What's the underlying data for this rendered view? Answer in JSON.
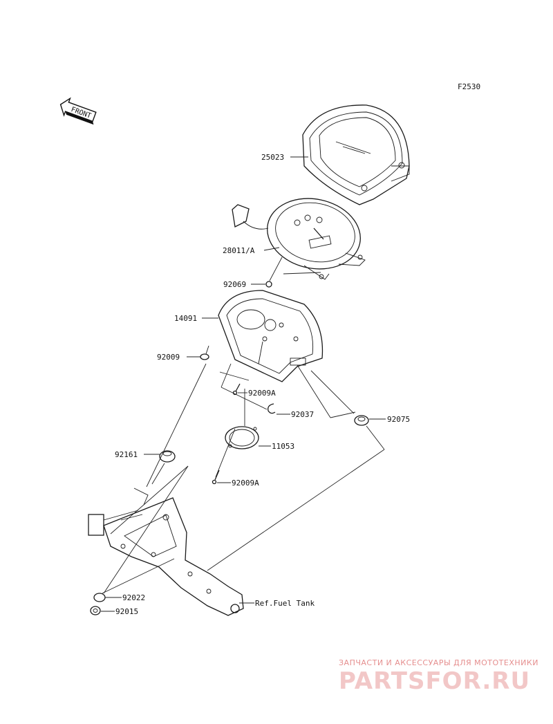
{
  "figure_code": "F2530",
  "front_label": "FRONT",
  "parts": [
    {
      "id": "25023"
    },
    {
      "id": "28011/A"
    },
    {
      "id": "92069"
    },
    {
      "id": "14091"
    },
    {
      "id": "92009"
    },
    {
      "id": "92009A"
    },
    {
      "id": "92037"
    },
    {
      "id": "92075"
    },
    {
      "id": "11053"
    },
    {
      "id": "92161"
    },
    {
      "id": "92009A"
    },
    {
      "id": "92022"
    },
    {
      "id": "92015"
    }
  ],
  "reference": "Ref.Fuel Tank",
  "watermark": {
    "line1": "ЗАПЧАСТИ И АКСЕССУАРЫ ДЛЯ МОТОТЕХНИКИ",
    "line2": "PARTSFOR.RU"
  }
}
